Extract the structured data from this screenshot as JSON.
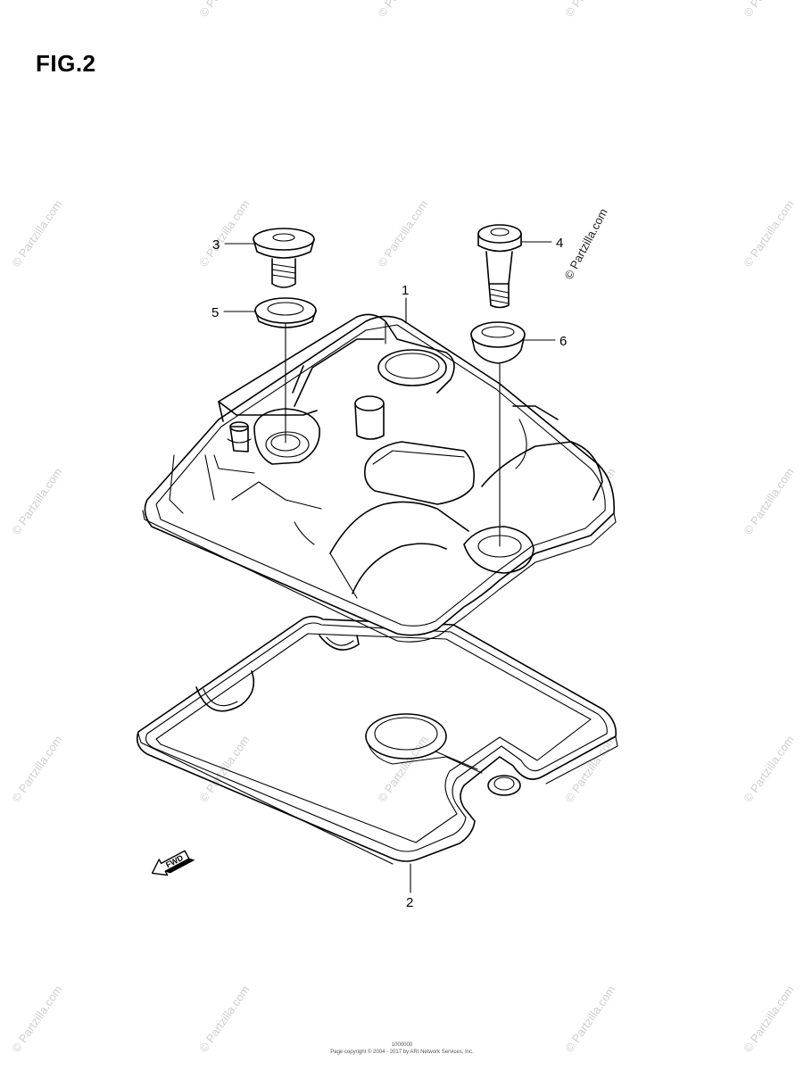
{
  "figure": {
    "title": "FIG.2"
  },
  "callouts": [
    {
      "id": "1",
      "label": "1"
    },
    {
      "id": "2",
      "label": "2"
    },
    {
      "id": "3",
      "label": "3"
    },
    {
      "id": "4",
      "label": "4"
    },
    {
      "id": "5",
      "label": "5"
    },
    {
      "id": "6",
      "label": "6"
    }
  ],
  "fwd_label": "FWD",
  "watermark": {
    "text": "© Partzilla.com",
    "prominent_text": "© Partzilla.com"
  },
  "footer": {
    "code": "1000000",
    "copyright": "Page copyright © 2004 - 2017 by ARI Network Services, Inc."
  },
  "colors": {
    "line": "#000000",
    "watermark": "#cfcfcf",
    "background": "#ffffff"
  }
}
